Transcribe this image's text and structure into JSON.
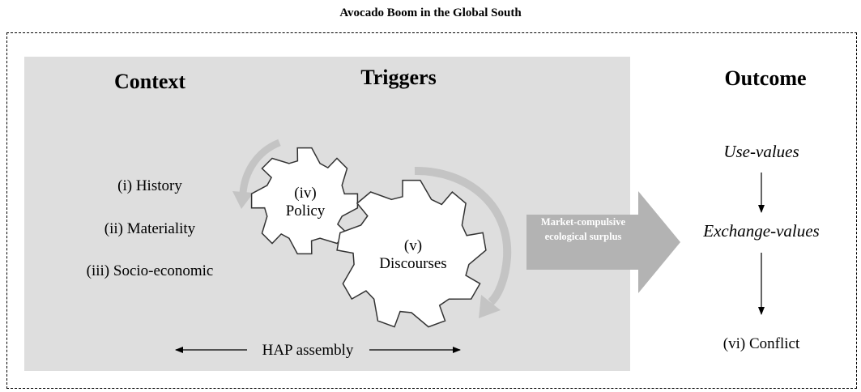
{
  "title": "Avocado Boom in the Global South",
  "headings": {
    "context": "Context",
    "triggers": "Triggers",
    "outcome": "Outcome"
  },
  "context_items": [
    "(i) History",
    "(ii) Materiality",
    "(iii) Socio-economic"
  ],
  "gears": {
    "policy": {
      "number": "(iv)",
      "label": "Policy"
    },
    "discourses": {
      "number": "(v)",
      "label": "Discourses"
    }
  },
  "assembly_label": "HAP assembly",
  "surplus_arrow": {
    "line1": "Market-compulsive",
    "line2": "ecological surplus"
  },
  "outcome_items": {
    "use_values": "Use-values",
    "exchange_values": "Exchange-values",
    "conflict": "(vi) Conflict"
  },
  "colors": {
    "panel": "#dedede",
    "arrow_gray": "#b3b3b3",
    "curved_arrow": "#c4c4c4"
  }
}
